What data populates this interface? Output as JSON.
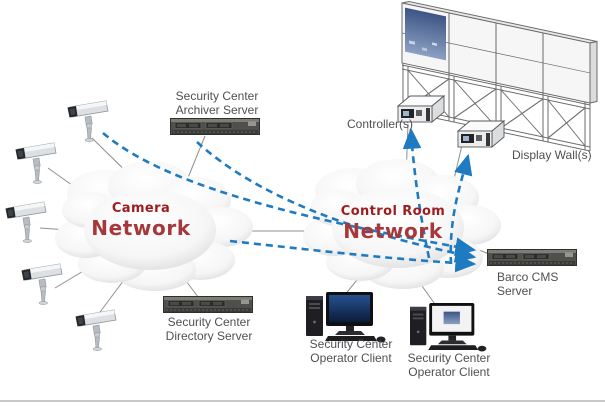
{
  "clouds": {
    "camera": {
      "line1": "Camera",
      "line2": "Network"
    },
    "control_room": {
      "line1": "Control Room",
      "line2": "Network"
    }
  },
  "labels": {
    "archiver_server": {
      "line1": "Security Center",
      "line2": "Archiver Server"
    },
    "directory_server": {
      "line1": "Security Center",
      "line2": "Directory Server"
    },
    "controllers": "Controller(s)",
    "display_wall": "Display Wall(s)",
    "barco_cms": {
      "line1": "Barco CMS",
      "line2": "Server"
    },
    "operator_client_1": {
      "line1": "Security Center",
      "line2": "Operator Client"
    },
    "operator_client_2": {
      "line1": "Security Center",
      "line2": "Operator Client"
    }
  },
  "icons": [
    "security-camera-icon x5",
    "rack-server-icon x3",
    "controller-box-icon x2",
    "video-display-wall-icon",
    "workstation-icon x2",
    "network-cloud-icon x2",
    "dashed-arrow-icon x5"
  ],
  "counts": {
    "cameras": 5,
    "controllers": 2,
    "operator_clients": 2,
    "servers": 3
  },
  "colors": {
    "cloud_title_bold": "#9e1b1e",
    "cloud_title_large": "#a5383a",
    "arrow_blue": "#1e7bc2",
    "label_text": "#4f5053",
    "connector_gray": "#8f8f8f",
    "divider_gray": "#c9c9c9"
  }
}
